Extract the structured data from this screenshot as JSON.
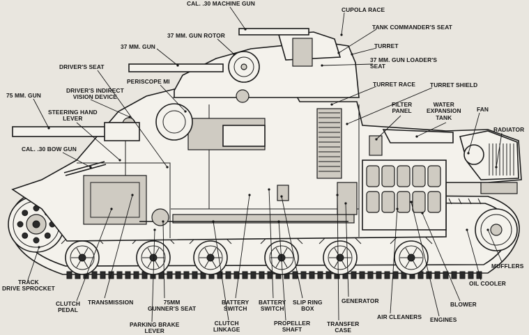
{
  "diagram": {
    "labels": {
      "cal30_machine_gun": "CAL. .30 MACHINE GUN",
      "cupola_race": "CUPOLA RACE",
      "gun_rotor_37": "37 MM. GUN ROTOR",
      "tank_commanders_seat": "TANK COMMANDER'S SEAT",
      "gun_37": "37 MM. GUN",
      "turret": "TURRET",
      "drivers_seat": "DRIVER'S SEAT",
      "gun_loaders_seat_37": "37 MM. GUN LOADER'S\nSEAT",
      "periscope": "PERISCOPE MI",
      "turret_race": "TURRET RACE",
      "turret_shield": "TURRET SHIELD",
      "gun_75": "75 MM. GUN",
      "drivers_indirect_vision": "DRIVER'S INDIRECT\nVISION DEVICE",
      "filter_panel": "FILTER\nPANEL",
      "water_expansion_tank": "WATER\nEXPANSION\nTANK",
      "fan": "FAN",
      "steering_hand_lever": "STEERING HAND\nLEVER",
      "radiator": "RADIATOR",
      "cal30_bow_gun": "CAL. .30 BOW GUN",
      "mufflers": "MUFFLERS",
      "track_drive_sprocket": "TRACK\nDRIVE SPROCKET",
      "oil_cooler": "OIL COOLER",
      "clutch_pedal": "CLUTCH\nPEDAL",
      "transmission": "TRANSMISSION",
      "gunners_seat_75": "75MM\nGUNNER'S SEAT",
      "battery_switch_1": "BATTERY\nSWITCH",
      "battery_switch_2": "BATTERY\nSWITCH",
      "slip_ring_box": "SLIP RING\nBOX",
      "generator": "GENERATOR",
      "air_cleaners": "AIR CLEANERS",
      "blower": "BLOWER",
      "engines": "ENGINES",
      "parking_brake_lever": "PARKING BRAKE\nLEVER",
      "clutch_linkage": "CLUTCH\nLINKAGE",
      "propeller_shaft": "PROPELLER\nSHAFT",
      "transfer_case": "TRANSFER\nCASE"
    }
  }
}
